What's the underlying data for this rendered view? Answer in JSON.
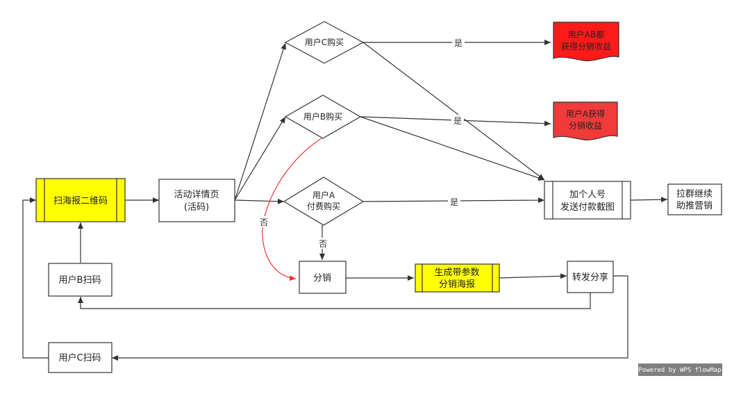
{
  "nodes": {
    "scan_poster": "扫海报二维码",
    "activity_page_1": "活动详情页",
    "activity_page_2": "(活码)",
    "user_c_buy": "用户C购买",
    "user_b_buy": "用户B购买",
    "user_a_buy_1": "用户A",
    "user_a_buy_2": "付费购买",
    "distribute": "分销",
    "gen_poster_1": "生成带参数",
    "gen_poster_2": "分销海报",
    "share": "转发分享",
    "user_b_scan": "用户B扫码",
    "user_c_scan": "用户C扫码",
    "ab_earn_1": "用户AB都",
    "ab_earn_2": "获得分销收益",
    "a_earn_1": "用户A获得",
    "a_earn_2": "分销收益",
    "add_wechat_1": "加个人号",
    "add_wechat_2": "发送付款截图",
    "group_1": "拉群继续",
    "group_2": "助推营销"
  },
  "edge_labels": {
    "yes_c": "是",
    "yes_b": "是",
    "yes_a": "是",
    "no_a": "否",
    "no_b": "否"
  },
  "watermark": "Powered by WPS flowMap",
  "colors": {
    "yellow": "#ffff00",
    "red": "#ff1a1a",
    "red_light": "#f23a3a",
    "red_line": "#ee3333",
    "stroke": "#333333"
  }
}
